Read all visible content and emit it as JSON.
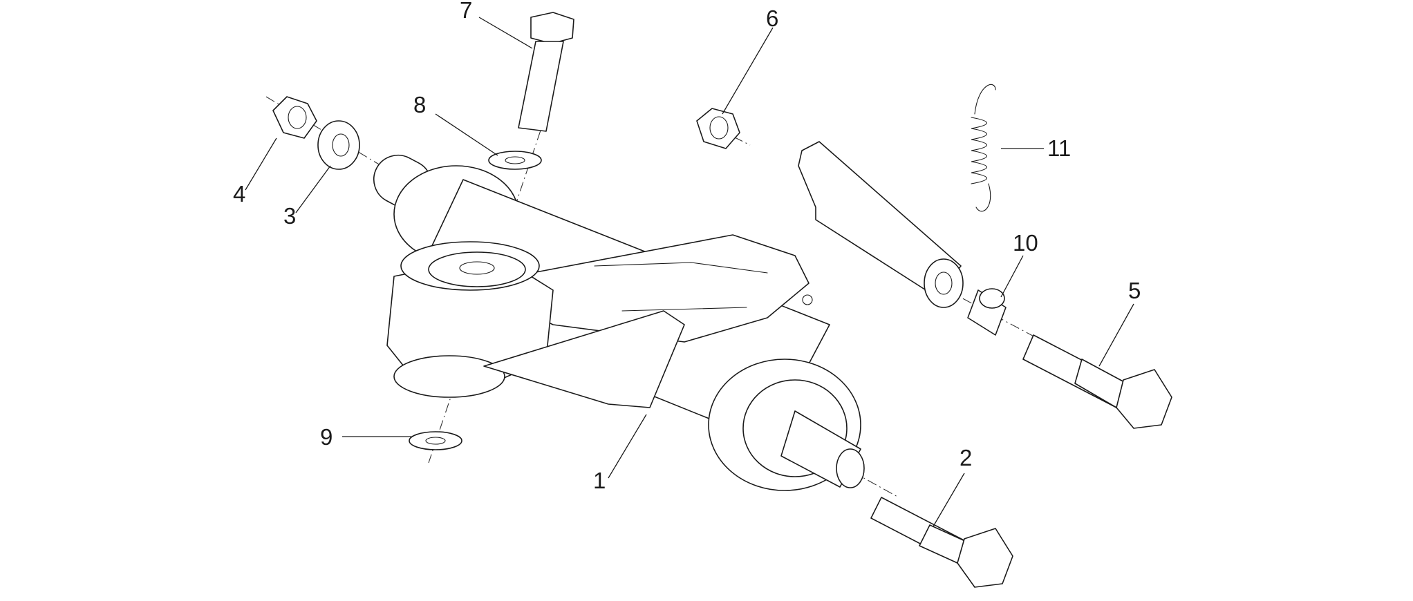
{
  "diagram": {
    "callouts": [
      {
        "id": "c1",
        "label": "1"
      },
      {
        "id": "c2",
        "label": "2"
      },
      {
        "id": "c3",
        "label": "3"
      },
      {
        "id": "c4",
        "label": "4"
      },
      {
        "id": "c5",
        "label": "5"
      },
      {
        "id": "c6",
        "label": "6"
      },
      {
        "id": "c7",
        "label": "7"
      },
      {
        "id": "c8",
        "label": "8"
      },
      {
        "id": "c9",
        "label": "9"
      },
      {
        "id": "c10",
        "label": "10"
      },
      {
        "id": "c11",
        "label": "11"
      }
    ]
  },
  "colors": {
    "line": "#1a1a1a",
    "background": "#ffffff"
  }
}
